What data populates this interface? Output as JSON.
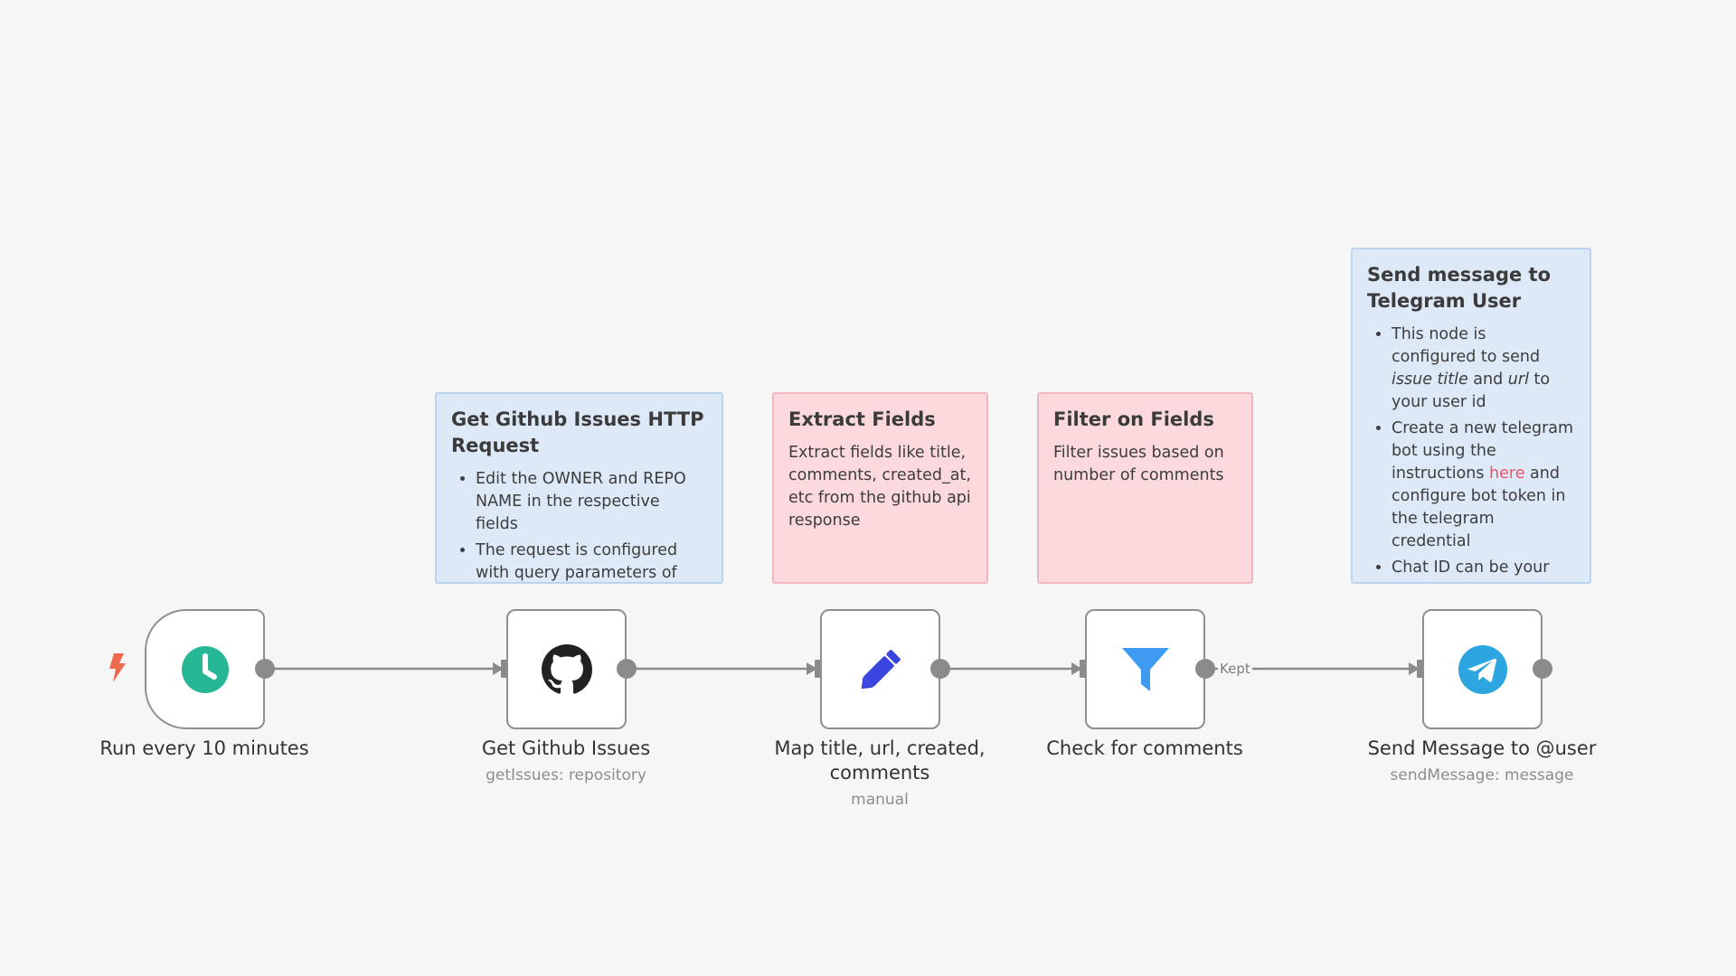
{
  "stickies": {
    "github": {
      "title": "Get Github Issues HTTP Request",
      "bullets": [
        "Edit the OWNER and REPO NAME in the respective fields",
        "The request is configured with query parameters of"
      ]
    },
    "extract": {
      "title": "Extract Fields",
      "body": "Extract fields like title, comments, created_at, etc from the github api response"
    },
    "filter": {
      "title": "Filter on Fields",
      "body": "Filter issues based on number of comments"
    },
    "telegram": {
      "title": "Send message to Telegram User",
      "b1_a": "This node is configured to send ",
      "b1_em1": "issue title",
      "b1_b": " and ",
      "b1_em2": "url",
      "b1_c": " to your user id",
      "b2_a": "Create a new telegram bot using the instructions ",
      "b2_link": "here",
      "b2_b": " and configure bot token in the telegram credential",
      "b3": "Chat ID can be your username or your username ID"
    }
  },
  "nodes": [
    {
      "title": "Run every 10 minutes",
      "subtitle": "",
      "icon": "clock-icon",
      "color": "#26b795"
    },
    {
      "title": "Get Github Issues",
      "subtitle": "getIssues: repository",
      "icon": "github-icon",
      "color": "#222222"
    },
    {
      "title": "Map title, url, created, comments",
      "subtitle": "manual",
      "icon": "pencil-icon",
      "color": "#3a45e0"
    },
    {
      "title": "Check for comments",
      "subtitle": "",
      "icon": "filter-icon",
      "color": "#3f9bf2"
    },
    {
      "title": "Send Message to @user",
      "subtitle": "sendMessage: message",
      "icon": "telegram-icon",
      "color": "#2ca5e0"
    }
  ],
  "edge_labels": {
    "kept": "Kept"
  },
  "colors": {
    "trigger_bolt": "#ef6a4d",
    "sticky_blue": "#dde9f7",
    "sticky_pink": "#fbd9dd",
    "link": "#e8566a"
  }
}
